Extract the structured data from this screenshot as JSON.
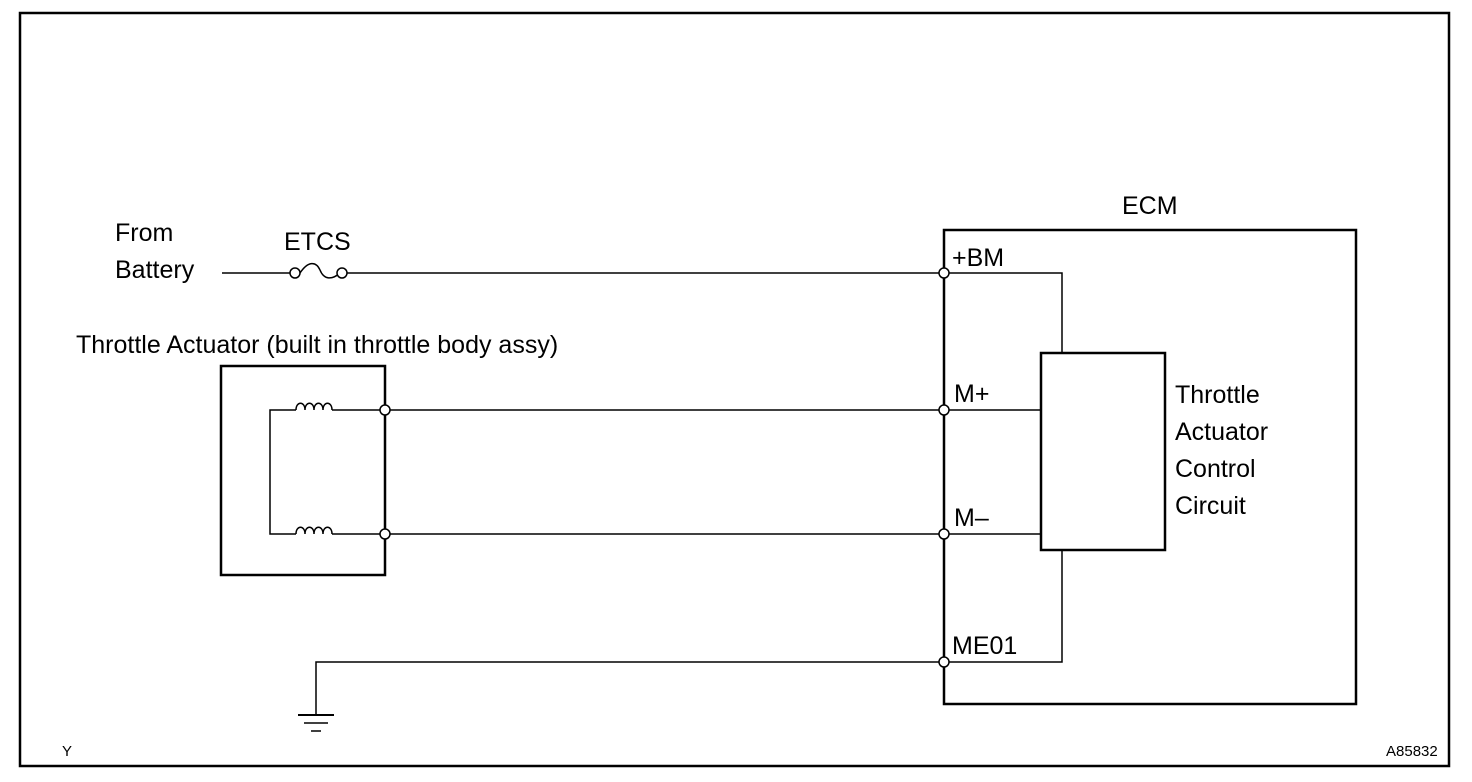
{
  "diagram": {
    "power_source_line1": "From",
    "power_source_line2": "Battery",
    "fuse_label": "ETCS",
    "ecm_label": "ECM",
    "actuator_label": "Throttle Actuator (built in throttle body assy)",
    "control_circuit_lines": [
      "Throttle",
      "Actuator",
      "Control",
      "Circuit"
    ],
    "terminals": {
      "bm": "+BM",
      "m_plus": "M+",
      "m_minus": "M–",
      "me01": "ME01"
    },
    "corner_left": "Y",
    "figure_id": "A85832"
  }
}
